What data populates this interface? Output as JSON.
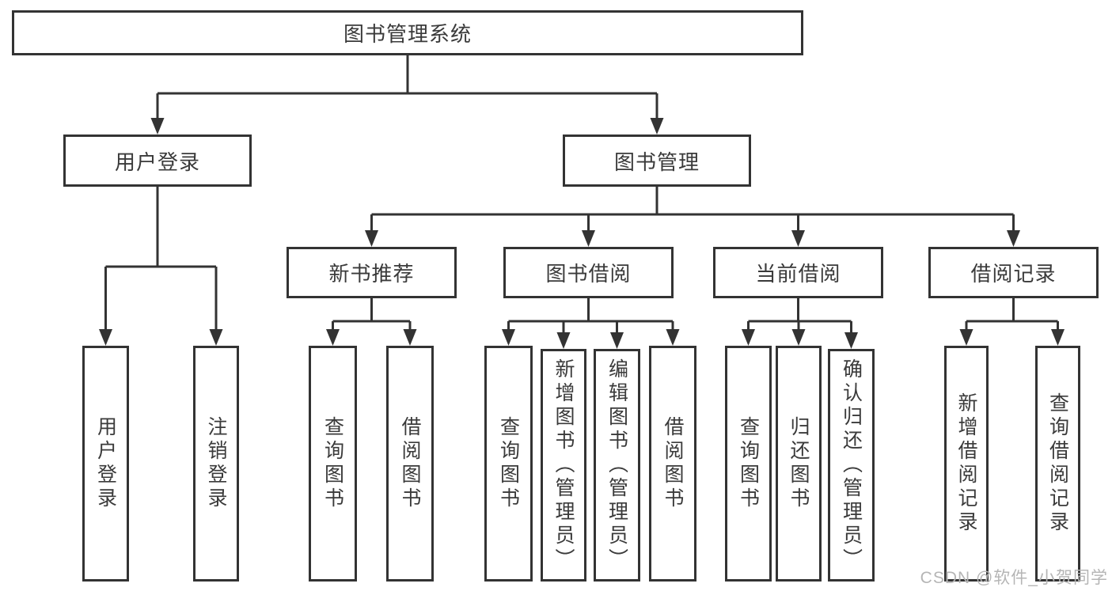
{
  "diagram_type": "function-structure-tree",
  "tree": {
    "label": "图书管理系统",
    "children": [
      {
        "label": "用户登录",
        "children": [
          {
            "label": "用户登录"
          },
          {
            "label": "注销登录"
          }
        ]
      },
      {
        "label": "图书管理",
        "children": [
          {
            "label": "新书推荐",
            "children": [
              {
                "label": "查询图书"
              },
              {
                "label": "借阅图书"
              }
            ]
          },
          {
            "label": "图书借阅",
            "children": [
              {
                "label": "查询图书"
              },
              {
                "label": "新增图书（管理员）"
              },
              {
                "label": "编辑图书（管理员）"
              },
              {
                "label": "借阅图书"
              }
            ]
          },
          {
            "label": "当前借阅",
            "children": [
              {
                "label": "查询图书"
              },
              {
                "label": "归还图书"
              },
              {
                "label": "确认归还（管理员）"
              }
            ]
          },
          {
            "label": "借阅记录",
            "children": [
              {
                "label": "新增借阅记录"
              },
              {
                "label": "查询借阅记录"
              }
            ]
          }
        ]
      }
    ]
  },
  "watermark": {
    "text": "CSDN @软件_小贺同学"
  },
  "colors": {
    "line": "#333333",
    "box_border": "#333333",
    "text": "#3a3a3a",
    "watermark": "#b5b5b5",
    "background": "#ffffff"
  }
}
